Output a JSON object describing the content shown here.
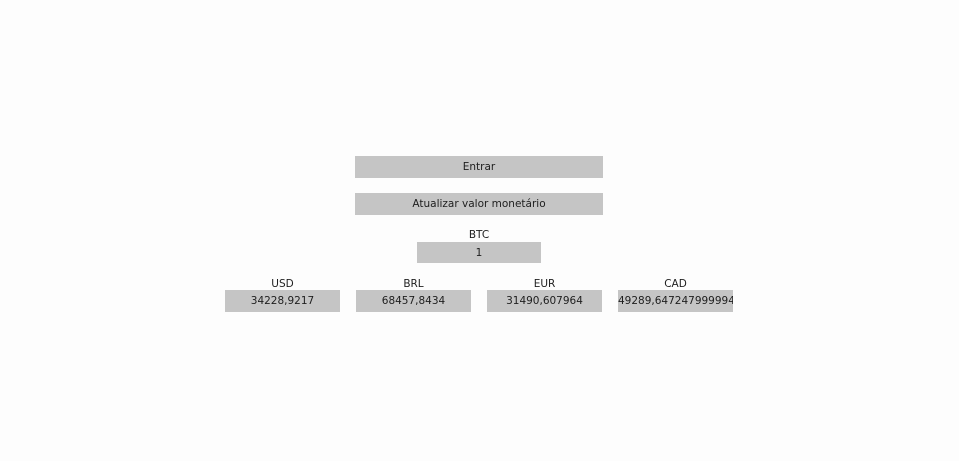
{
  "buttons": {
    "entrar_label": "Entrar",
    "atualizar_label": "Atualizar valor monetário"
  },
  "btc": {
    "label": "BTC",
    "value": "1"
  },
  "currencies": [
    {
      "label": "USD",
      "value": "34228,9217"
    },
    {
      "label": "BRL",
      "value": "68457,8434"
    },
    {
      "label": "EUR",
      "value": "31490,607964"
    },
    {
      "label": "CAD",
      "value": "49289,647247999994"
    }
  ],
  "colors": {
    "background": "#fdfdfd",
    "field_background": "#c5c5c5",
    "text": "#1e1e1e"
  }
}
